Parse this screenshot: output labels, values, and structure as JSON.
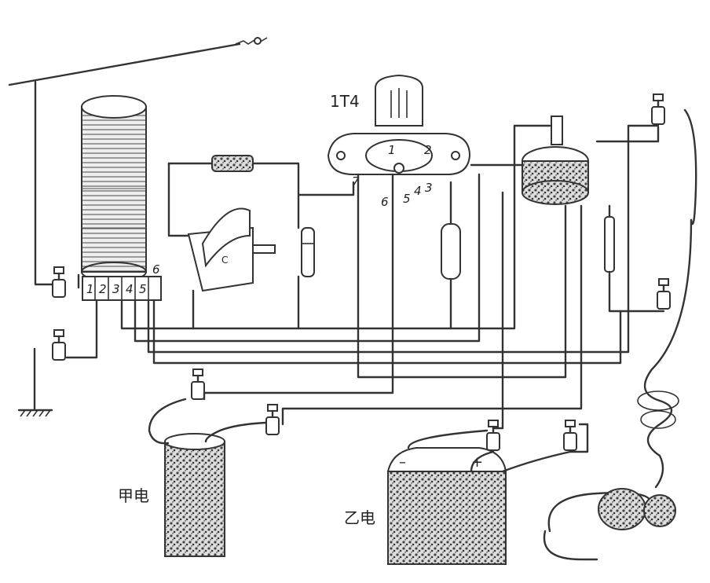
{
  "labels": {
    "tube": "1T4",
    "battery_a": "甲电",
    "battery_b": "乙电",
    "battery_minus": "–",
    "battery_plus": "+"
  },
  "coil_taps": [
    "1",
    "2",
    "3",
    "4",
    "5",
    "6"
  ],
  "tube_pins": [
    "1",
    "2",
    "3",
    "4",
    "5",
    "6",
    "7"
  ]
}
